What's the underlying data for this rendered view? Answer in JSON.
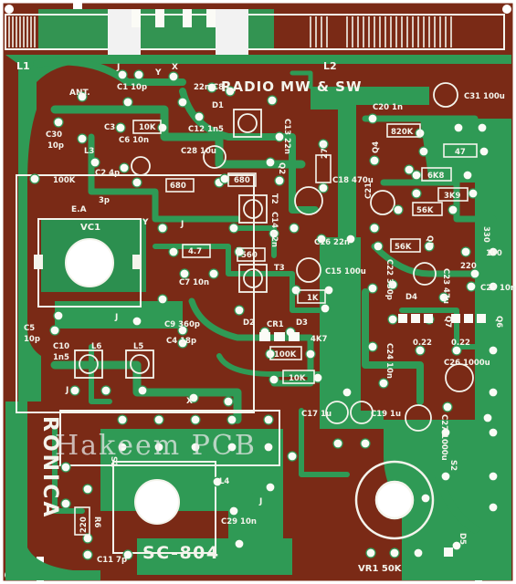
{
  "colors": {
    "substrate": "#7a2a16",
    "copper": "#2f9a55",
    "silk": "#f4f4ec",
    "pad": "#fbfbf6",
    "edge": "#ffffff",
    "watermark": "#e8e8e8"
  },
  "header": {
    "title": "RADIO  MW & SW",
    "model": "SC-804",
    "brand": "RONICA",
    "watermark": "Hakeem  PCB"
  },
  "labels": {
    "l1": "L1",
    "l2": "L2",
    "ant": "ANT.",
    "ea": "E.A",
    "vc1": "VC1",
    "vr1": "VR1  50K",
    "y1": "Y",
    "x1": "X",
    "y2": "Y",
    "x2": "X",
    "j": "J",
    "j2": "J",
    "j3": "J",
    "j4": "J",
    "j5": "J"
  },
  "components": [
    {
      "id": "c1",
      "text": "C1  10p"
    },
    {
      "id": "c30",
      "text": "C30"
    },
    {
      "id": "c30v",
      "text": "10p"
    },
    {
      "id": "c3",
      "text": "C3"
    },
    {
      "id": "r10k",
      "text": "10K"
    },
    {
      "id": "c6",
      "text": "C6  10n"
    },
    {
      "id": "l3",
      "text": "L3"
    },
    {
      "id": "c2",
      "text": "C2  4p"
    },
    {
      "id": "c2b",
      "text": "3p"
    },
    {
      "id": "r100k",
      "text": "100K"
    },
    {
      "id": "r680a",
      "text": "680"
    },
    {
      "id": "r680b",
      "text": "680"
    },
    {
      "id": "c8",
      "text": "22n  C8"
    },
    {
      "id": "d1",
      "text": "D1"
    },
    {
      "id": "c12",
      "text": "C12  1n5"
    },
    {
      "id": "c28",
      "text": "C28  10u"
    },
    {
      "id": "c13",
      "text": "C13  22n"
    },
    {
      "id": "q2",
      "text": "Q2"
    },
    {
      "id": "t2",
      "text": "T2"
    },
    {
      "id": "c14",
      "text": "C14  22n"
    },
    {
      "id": "r47",
      "text": "4.7"
    },
    {
      "id": "r560",
      "text": "560"
    },
    {
      "id": "c7",
      "text": "C7  10n"
    },
    {
      "id": "t3",
      "text": "T3"
    },
    {
      "id": "c5",
      "text": "C5"
    },
    {
      "id": "c5v",
      "text": "10p"
    },
    {
      "id": "c9",
      "text": "C9  360p"
    },
    {
      "id": "c4",
      "text": "C4  18p"
    },
    {
      "id": "c10",
      "text": "C10"
    },
    {
      "id": "c10v",
      "text": "1n5"
    },
    {
      "id": "l6",
      "text": "L6"
    },
    {
      "id": "l5",
      "text": "L5"
    },
    {
      "id": "d2",
      "text": "D2"
    },
    {
      "id": "cr1",
      "text": "CR1"
    },
    {
      "id": "d3",
      "text": "D3"
    },
    {
      "id": "r4k7",
      "text": "4K7"
    },
    {
      "id": "r100kb",
      "text": "100K"
    },
    {
      "id": "r10kb",
      "text": "10K"
    },
    {
      "id": "r270",
      "text": "270"
    },
    {
      "id": "c18",
      "text": "C18  470u"
    },
    {
      "id": "c16",
      "text": "C16  22n"
    },
    {
      "id": "c15",
      "text": "C15  100u"
    },
    {
      "id": "r1k",
      "text": "1K"
    },
    {
      "id": "c20",
      "text": "C20  1n"
    },
    {
      "id": "r820k",
      "text": "820K"
    },
    {
      "id": "q4",
      "text": "Q4"
    },
    {
      "id": "r47b",
      "text": "47"
    },
    {
      "id": "r6k8",
      "text": "6K8"
    },
    {
      "id": "r3k9",
      "text": "3K9"
    },
    {
      "id": "r56ka",
      "text": "56K"
    },
    {
      "id": "r56kb",
      "text": "56K"
    },
    {
      "id": "c21",
      "text": "C21"
    },
    {
      "id": "q5",
      "text": "Q5"
    },
    {
      "id": "c22",
      "text": "C22  330p"
    },
    {
      "id": "c23",
      "text": "C23  47u"
    },
    {
      "id": "d4",
      "text": "D4"
    },
    {
      "id": "r330",
      "text": "330"
    },
    {
      "id": "r100",
      "text": "100"
    },
    {
      "id": "r220",
      "text": "220"
    },
    {
      "id": "c25",
      "text": "C25  10n"
    },
    {
      "id": "c31",
      "text": "C31  100u"
    },
    {
      "id": "q7",
      "text": "Q7"
    },
    {
      "id": "q6",
      "text": "Q6"
    },
    {
      "id": "r022a",
      "text": "0.22"
    },
    {
      "id": "r022b",
      "text": "0.22"
    },
    {
      "id": "c24",
      "text": "C24  10n"
    },
    {
      "id": "c26",
      "text": "C26  1000u"
    },
    {
      "id": "c17",
      "text": "C17  1u"
    },
    {
      "id": "c19",
      "text": "C19  1u"
    },
    {
      "id": "c27",
      "text": "C27  1000u"
    },
    {
      "id": "s2",
      "text": "S2"
    },
    {
      "id": "d5",
      "text": "D5"
    },
    {
      "id": "l4",
      "text": "L4"
    },
    {
      "id": "c29",
      "text": "C29  10n"
    },
    {
      "id": "r220b",
      "text": "220"
    },
    {
      "id": "r6",
      "text": "R6"
    },
    {
      "id": "c11",
      "text": "C11  7p"
    },
    {
      "id": "s1",
      "text": "S1"
    }
  ]
}
